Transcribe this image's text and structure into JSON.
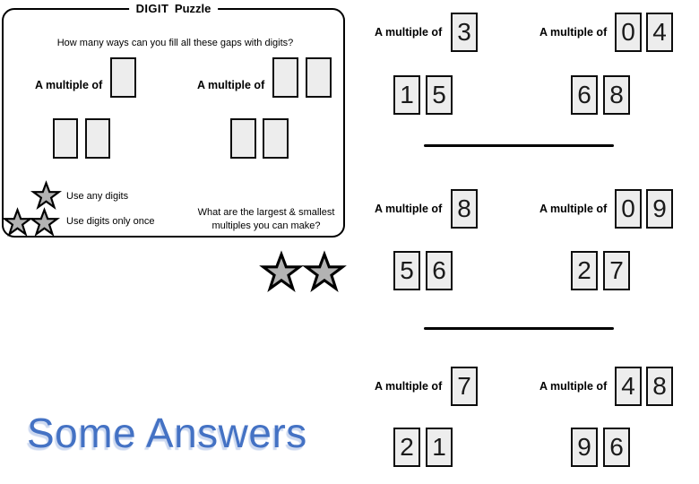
{
  "card": {
    "title_bold": "DIGIT",
    "title_rest": "Puzzle",
    "question": "How many ways can you fill all these gaps with digits?",
    "legend": {
      "one_star": "Use any digits",
      "two_stars": "Use digits only once"
    },
    "prompt": "What are the largest & smallest multiples you can make?"
  },
  "labels": {
    "multiple_of": "A multiple of"
  },
  "answers_heading": "Some Answers",
  "sections": [
    {
      "groups": [
        {
          "multiple": [
            "3"
          ],
          "answer": [
            "1",
            "5"
          ]
        },
        {
          "multiple": [
            "0",
            "4"
          ],
          "answer": [
            "6",
            "8"
          ]
        }
      ]
    },
    {
      "groups": [
        {
          "multiple": [
            "8"
          ],
          "answer": [
            "5",
            "6"
          ]
        },
        {
          "multiple": [
            "0",
            "9"
          ],
          "answer": [
            "2",
            "7"
          ]
        }
      ]
    },
    {
      "groups": [
        {
          "multiple": [
            "7"
          ],
          "answer": [
            "2",
            "1"
          ]
        },
        {
          "multiple": [
            "4",
            "8"
          ],
          "answer": [
            "9",
            "6"
          ]
        }
      ]
    }
  ],
  "colors": {
    "accent_blue": "#4472C4",
    "star_fill": "#b3b3b3",
    "box_fill": "#ededed",
    "line_black": "#000000"
  }
}
